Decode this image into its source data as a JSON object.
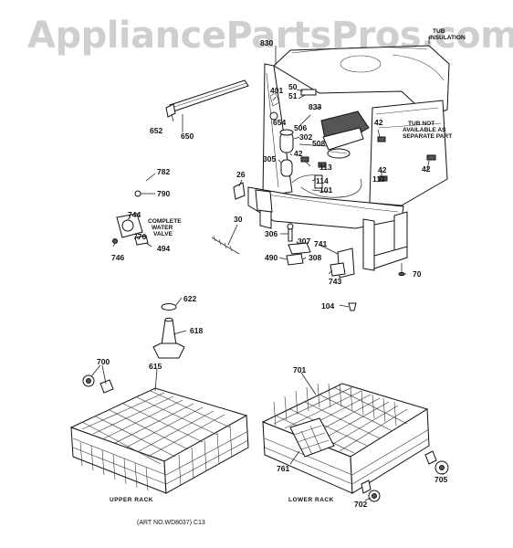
{
  "watermark": "AppliancePartsPros.com",
  "art_number": "(ART NO.WD8037) C13",
  "captions": {
    "upper_rack": "UPPER RACK",
    "lower_rack": "LOWER RACK"
  },
  "notes": {
    "tub_insulation": [
      "TUB",
      "INSULATION"
    ],
    "tub_not_available": [
      "TUB NOT",
      "AVAILABLE AS",
      "SEPARATE PART"
    ],
    "complete_water_valve": [
      "COMPLETE",
      "WATER",
      "VALVE"
    ]
  },
  "part_labels": {
    "p830": "830",
    "p50": "50",
    "p51": "51",
    "p401": "401",
    "p833": "833",
    "p654": "654",
    "p506": "506",
    "p302": "302",
    "p508": "508",
    "p42a": "42",
    "p42b": "42",
    "p42c": "42",
    "p42d": "42",
    "p652": "652",
    "p650": "650",
    "p305": "305",
    "p113a": "113",
    "p113b": "113",
    "p114": "114",
    "p101": "101",
    "p782": "782",
    "p790": "790",
    "p26": "26",
    "p744": "744",
    "p776": "776",
    "p494": "494",
    "p746": "746",
    "p30": "30",
    "p306": "306",
    "p307": "307",
    "p741": "741",
    "p490": "490",
    "p308": "308",
    "p743": "743",
    "p70": "70",
    "p622": "622",
    "p104": "104",
    "p618": "618",
    "p700": "700",
    "p615": "615",
    "p701": "701",
    "p761": "761",
    "p705": "705",
    "p702": "702"
  }
}
